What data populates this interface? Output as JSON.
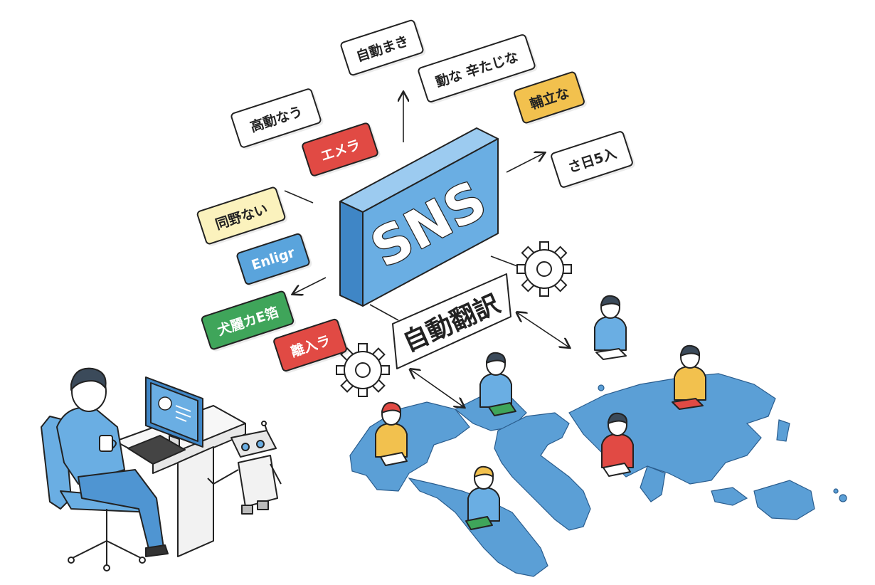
{
  "central_box": {
    "label": "SNS"
  },
  "translation_label": "自動翻訳",
  "bubbles": [
    {
      "id": "bubble-1",
      "text": "高動なう",
      "color": "#ffffff",
      "text_color": "#222222"
    },
    {
      "id": "bubble-2",
      "text": "自動まき",
      "color": "#ffffff",
      "text_color": "#222222"
    },
    {
      "id": "bubble-3",
      "text": "動な 辛たじな",
      "color": "#ffffff",
      "text_color": "#222222"
    },
    {
      "id": "bubble-4",
      "text": "エメラ",
      "color": "#e14a44",
      "text_color": "#ffffff"
    },
    {
      "id": "bubble-5",
      "text": "輔立な",
      "color": "#f2c14e",
      "text_color": "#222222"
    },
    {
      "id": "bubble-6",
      "text": "さ日5入",
      "color": "#ffffff",
      "text_color": "#222222"
    },
    {
      "id": "bubble-7",
      "text": "同野ない",
      "color": "#fbf2bd",
      "text_color": "#222222"
    },
    {
      "id": "bubble-8",
      "text": "Enligr",
      "color": "#5aa4dc",
      "text_color": "#ffffff"
    },
    {
      "id": "bubble-9",
      "text": "犬麗カE箔",
      "color": "#3fa55a",
      "text_color": "#ffffff"
    },
    {
      "id": "bubble-10",
      "text": "離入ラ",
      "color": "#e14a44",
      "text_color": "#ffffff"
    }
  ],
  "colors": {
    "map_blue": "#5b9fd6",
    "box_front": "#6aaee3",
    "box_top": "#9ccbf0",
    "box_side": "#3f86c6",
    "outline": "#222222",
    "shirt_blue": "#6aaee3",
    "shirt_yellow": "#f2c14e",
    "shirt_red": "#e14a44",
    "hair": "#3b4a5a"
  }
}
